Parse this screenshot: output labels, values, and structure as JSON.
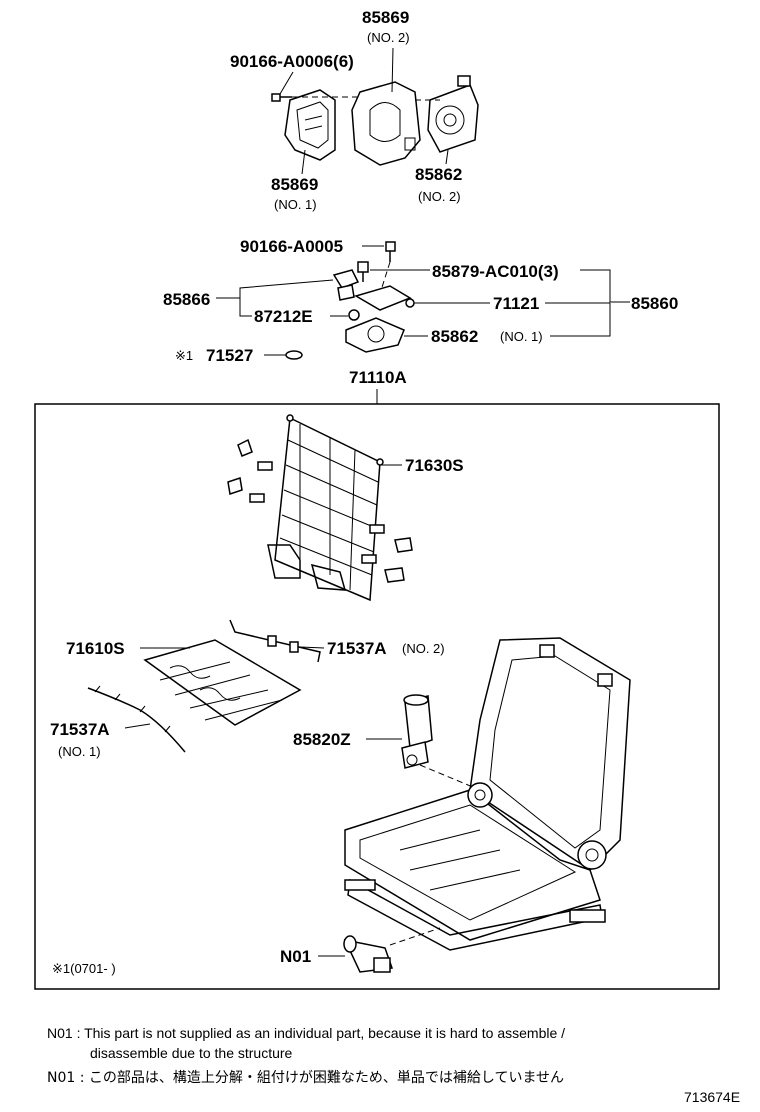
{
  "labels": {
    "p85869_top": "85869",
    "p85869_top_sub": "(NO. 2)",
    "p90166_a0006": "90166-A0006(6)",
    "p85869_bottom": "85869",
    "p85869_bottom_sub": "(NO. 1)",
    "p85862_top": "85862",
    "p85862_top_sub": "(NO. 2)",
    "p90166_a0005": "90166-A0005",
    "p85879": "85879-AC010(3)",
    "p85866": "85866",
    "p71121": "71121",
    "p85860": "85860",
    "p87212e": "87212E",
    "p85862_mid": "85862",
    "p85862_mid_sub": "(NO. 1)",
    "p71527_mark": "※1",
    "p71527": "71527",
    "p71110a": "71110A",
    "p71630s": "71630S",
    "p71610s": "71610S",
    "p71537a_no2": "71537A",
    "p71537a_no2_sub": "(NO. 2)",
    "p71537a_no1": "71537A",
    "p71537a_no1_sub": "(NO. 1)",
    "p85820z": "85820Z",
    "n01": "N01",
    "footnote": "※1(0701-       )"
  },
  "notes": {
    "en_line1": "N01 : This part is not supplied as an individual part, because it is hard to assemble /",
    "en_line2": "disassemble due to the structure",
    "ja_line": "N01 : この部品は、構造上分解・組付けが困難なため、単品では補給していません"
  },
  "diagram_code": "713674E"
}
